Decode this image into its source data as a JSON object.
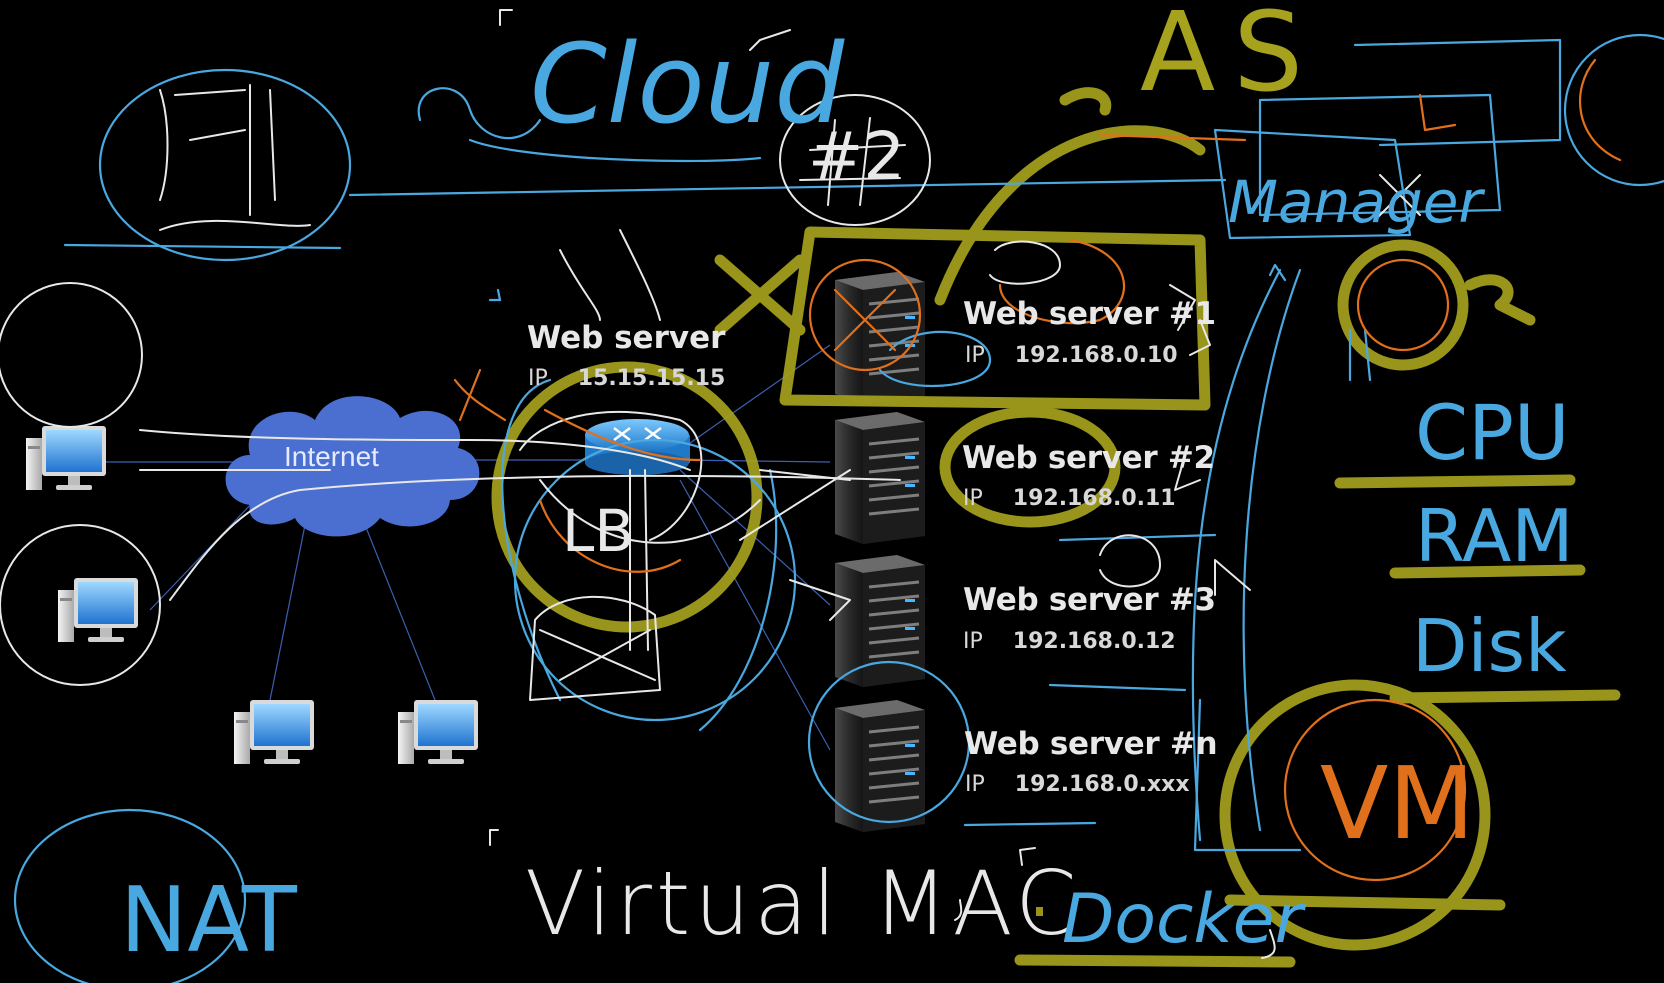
{
  "diagram": {
    "internet_label": "Internet",
    "lb_server": {
      "title": "Web server",
      "ip_key": "IP",
      "ip_value": "15.15.15.15"
    },
    "servers": [
      {
        "title": "Web server #1",
        "ip_key": "IP",
        "ip_value": "192.168.0.10"
      },
      {
        "title": "Web server #2",
        "ip_key": "IP",
        "ip_value": "192.168.0.11"
      },
      {
        "title": "Web server #3",
        "ip_key": "IP",
        "ip_value": "192.168.0.12"
      },
      {
        "title": "Web server #n",
        "ip_key": "IP",
        "ip_value": "192.168.0.xxx"
      }
    ]
  },
  "annotations": {
    "as": "AS",
    "cloud": "Cloud",
    "hash2": "#2",
    "manager": "Manager",
    "lb": "LB",
    "cpu": "CPU",
    "ram": "RAM",
    "disk": "Disk",
    "vm": "VM",
    "nat": "NAT",
    "virtual_mac": "Virtual MAC",
    "docker": "Docker"
  },
  "colors": {
    "chalk_blue": "#4aa8e0",
    "chalk_white": "#e8e8e8",
    "chalk_orange": "#e0701c",
    "highlighter_olive": "#a6a21e",
    "cloud_fill": "#4a6fd0"
  }
}
